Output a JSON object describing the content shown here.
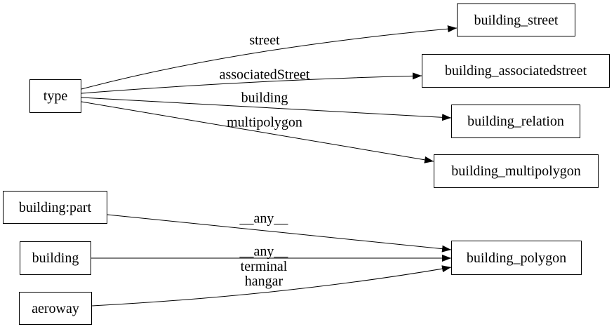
{
  "diagram": {
    "nodes": {
      "type": {
        "label": "type"
      },
      "building_part": {
        "label": "building:part"
      },
      "building": {
        "label": "building"
      },
      "aeroway": {
        "label": "aeroway"
      },
      "building_street": {
        "label": "building_street"
      },
      "building_associatedstreet": {
        "label": "building_associatedstreet"
      },
      "building_relation": {
        "label": "building_relation"
      },
      "building_multipolygon": {
        "label": "building_multipolygon"
      },
      "building_polygon": {
        "label": "building_polygon"
      }
    },
    "edges": [
      {
        "from": "type",
        "to": "building_street",
        "label": "street"
      },
      {
        "from": "type",
        "to": "building_associatedstreet",
        "label": "associatedStreet"
      },
      {
        "from": "type",
        "to": "building_relation",
        "label": "building"
      },
      {
        "from": "type",
        "to": "building_multipolygon",
        "label": "multipolygon"
      },
      {
        "from": "building:part",
        "to": "building_polygon",
        "label": "__any__"
      },
      {
        "from": "building",
        "to": "building_polygon",
        "label": "__any__"
      },
      {
        "from": "aeroway",
        "to": "building_polygon",
        "label": "terminal\nhangar"
      }
    ],
    "colors": {
      "background": "#ffffff",
      "stroke": "#000000",
      "text": "#000000"
    }
  }
}
